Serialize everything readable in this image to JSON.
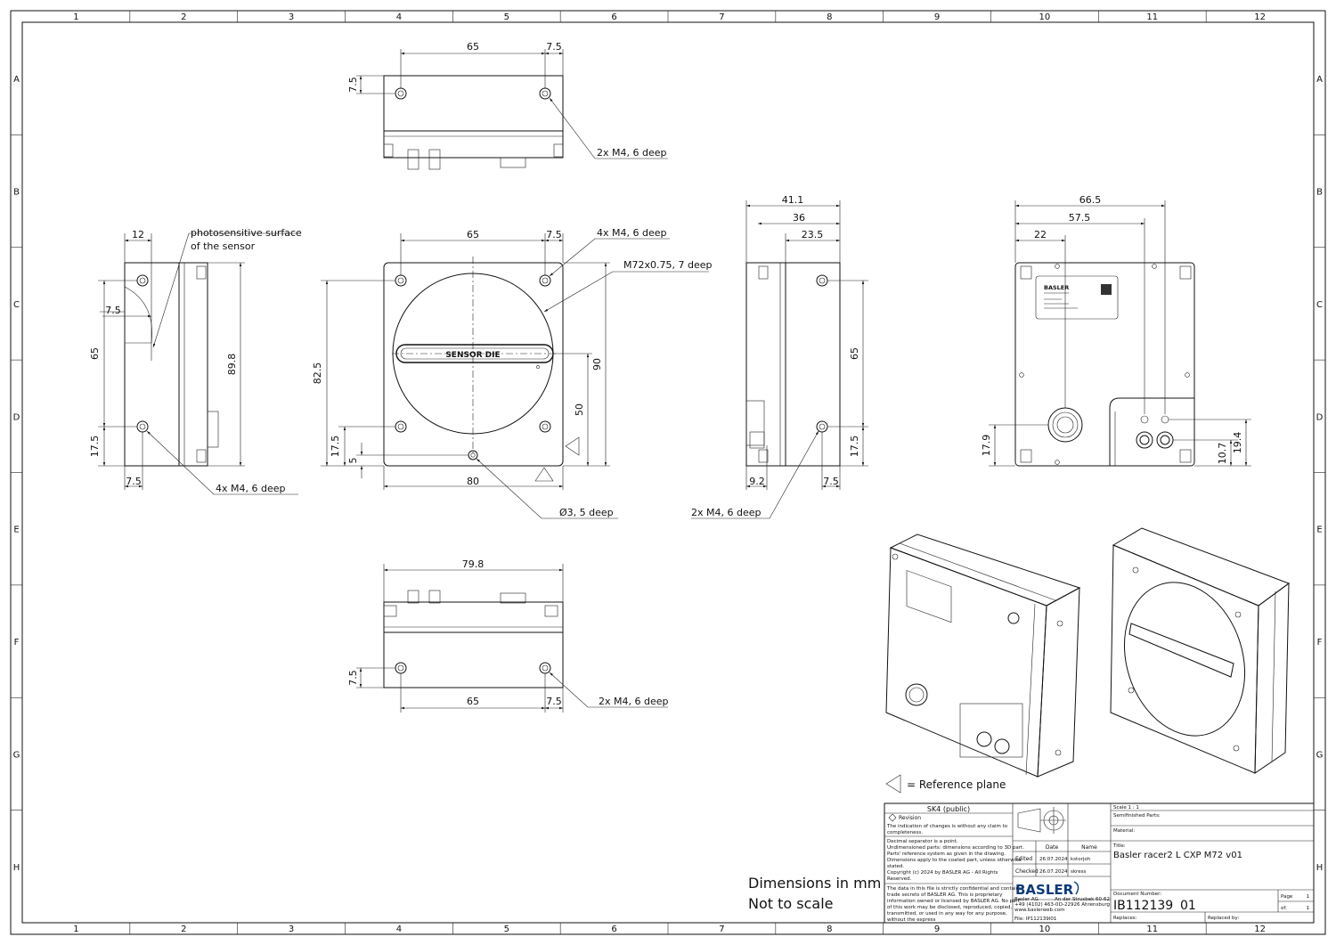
{
  "frame": {
    "columns": [
      "1",
      "2",
      "3",
      "4",
      "5",
      "6",
      "7",
      "8",
      "9",
      "10",
      "11",
      "12"
    ],
    "rows": [
      "A",
      "B",
      "C",
      "D",
      "E",
      "F",
      "G",
      "H"
    ]
  },
  "top_view": {
    "dims": [
      "65",
      "7.5",
      "7.5"
    ],
    "callout": "2x M4, 6 deep"
  },
  "side_left": {
    "dims": [
      "12",
      "7.5",
      "65",
      "89.8",
      "17.5",
      "7.5"
    ],
    "callout_sensor_1": "photosensitive surface",
    "callout_sensor_2": "of the sensor",
    "callout_holes": "4x M4, 6 deep"
  },
  "front_view": {
    "dims": [
      "65",
      "7.5",
      "82.5",
      "17.5",
      "5",
      "90",
      "50",
      "80"
    ],
    "label": "SENSOR DIE",
    "callout_holes": "4x M4, 6 deep",
    "callout_thread": "M72x0.75, 7 deep",
    "callout_pin": "Ø3, 5 deep"
  },
  "side_right": {
    "dims": [
      "41.1",
      "36",
      "23.5",
      "65",
      "17.5",
      "9.2",
      "7.5"
    ],
    "callout": "2x M4, 6 deep"
  },
  "back_view": {
    "dims": [
      "66.5",
      "57.5",
      "22",
      "17.9",
      "10.7",
      "19.4"
    ],
    "label_brand": "BASLER"
  },
  "bottom_view": {
    "dims": [
      "79.8",
      "65",
      "7.5",
      "7.5"
    ],
    "callout": "2x M4, 6 deep"
  },
  "legend": {
    "reference_plane": "= Reference plane"
  },
  "notes": {
    "dimensions": "Dimensions in mm",
    "scale": "Not to scale"
  },
  "title_block": {
    "classification": "SK4 (public)",
    "revision_label": "Revision",
    "revision_text_1": "The indication of changes is without any claim to",
    "revision_text_2": "completeness.",
    "decimal_1": "Decimal separator is a point.",
    "decimal_2": "Undimensioned parts: dimensions according to 3D part.",
    "decimal_3": "Parts' reference system as given in the drawing.",
    "decimal_4": "Dimensions apply to the coated part, unless otherwise",
    "decimal_5": "stated.",
    "copyright_1": "Copyright (c) 2024 by BASLER AG - All Rights",
    "copyright_2": "Reserved.",
    "confidential_1": "The data in this file is strictly confidential and contains",
    "confidential_2": "trade secrets of BASLER AG. This is proprietary",
    "confidential_3": "information owned or licensed by BASLER AG. No part",
    "confidential_4": "of this work may be disclosed, reproduced, copied,",
    "confidential_5": "transmitted, or used in any way for any purpose,",
    "confidential_6": "without the express",
    "date_header": "Date",
    "name_header": "Name",
    "edited_label": "Edited",
    "edited_date": "26.07.2024",
    "edited_name": "kstorjoh",
    "checked_label": "Checked",
    "checked_date": "26.07.2024",
    "checked_name": "skress",
    "company_logo": "BASLER",
    "company_1": "Basler AG",
    "company_2": "+49 (4102) 463-0",
    "company_3": "www.baslerweb.com",
    "address_1": "An der Strusbek 60-62",
    "address_2": "D-22926 Ahrensburg",
    "file_label": "File: IP112139I01",
    "scale": "Scale 1 : 1",
    "semifinished": "Semifinished Parts:",
    "material": "Material:",
    "title_label": "Title:",
    "title": "Basler racer2 L CXP M72 v01",
    "docnum_label": "Document Number:",
    "docnum": "IB112139",
    "docrev": "01",
    "page_label": "Page",
    "page_value": "1",
    "of_label": "of:",
    "of_value": "1",
    "replaces": "Replaces:",
    "replaced_by": "Replaced by:"
  }
}
